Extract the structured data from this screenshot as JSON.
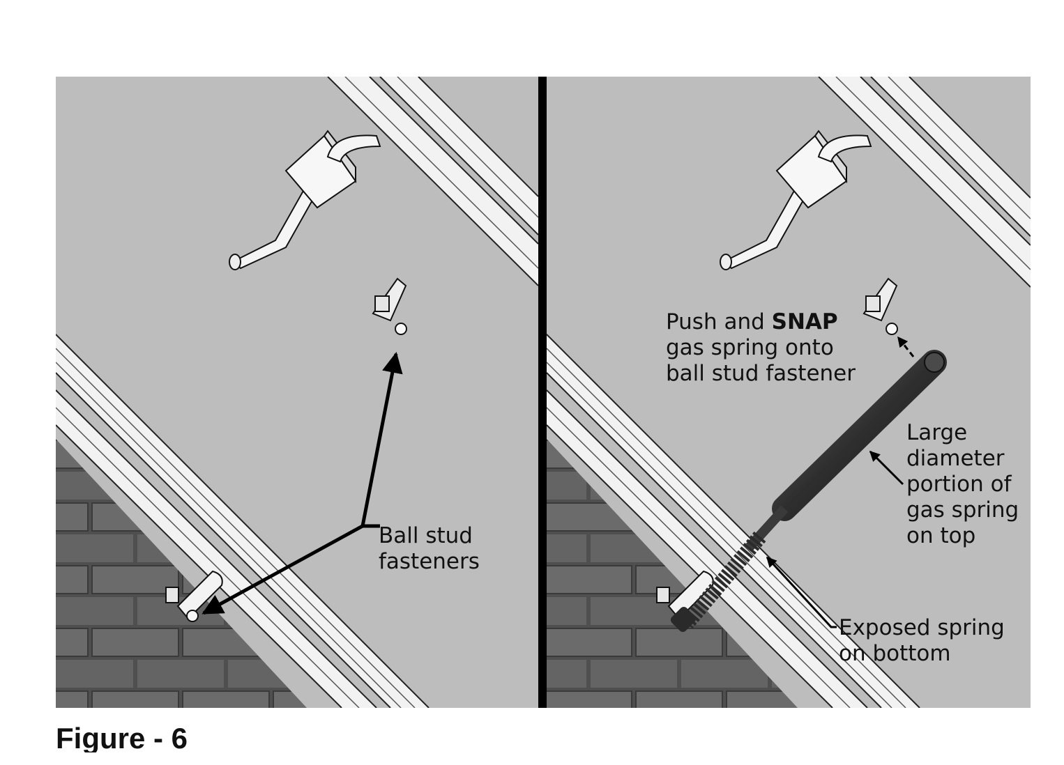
{
  "figure": {
    "caption": "Figure - 6"
  },
  "left_panel": {
    "callout": {
      "line1": "Ball stud",
      "line2": "fasteners"
    }
  },
  "right_panel": {
    "snap_callout": {
      "line1_prefix": "Push and ",
      "line1_bold": "SNAP",
      "line2": "gas spring onto",
      "line3": "ball stud fastener"
    },
    "diameter_callout": {
      "line1": "Large",
      "line2": "diameter",
      "line3": "portion of",
      "line4": "gas spring",
      "line5": "on top"
    },
    "spring_callout": {
      "line1": "Exposed spring",
      "line2": "on bottom"
    }
  },
  "colors": {
    "panel_background": "#bdbdbd",
    "brick": "#5a5a5a",
    "rail": "#f2f2f2",
    "gas_spring": "#3c3c3c",
    "divider": "#000000"
  }
}
